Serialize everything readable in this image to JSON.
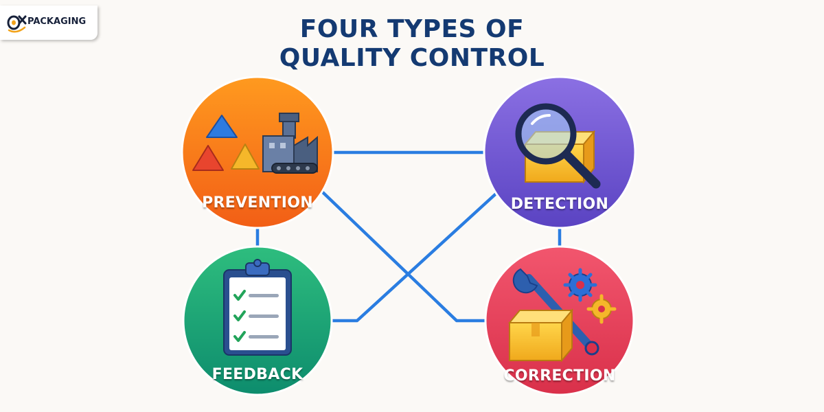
{
  "logo": {
    "text": "PACKAGING",
    "mark_text": "O"
  },
  "title": {
    "line1": "FOUR TYPES OF",
    "line2": "QUALITY CONTROL"
  },
  "nodes": {
    "prevention": {
      "label": "PREVENTION",
      "color_top": "#ff9a1f",
      "color_bottom": "#f25e16",
      "icon": "factory-and-shapes-icon"
    },
    "detection": {
      "label": "DETECTION",
      "color_top": "#8b70e3",
      "color_bottom": "#5a43c2",
      "icon": "magnifier-box-icon"
    },
    "feedback": {
      "label": "FEEDBACK",
      "color_top": "#2ebd7e",
      "color_bottom": "#0d8c6d",
      "icon": "clipboard-checklist-icon"
    },
    "correction": {
      "label": "CORRECTION",
      "color_top": "#f2566e",
      "color_bottom": "#d9304a",
      "icon": "wrench-gears-box-icon"
    }
  },
  "connector_color": "#2a7de1"
}
